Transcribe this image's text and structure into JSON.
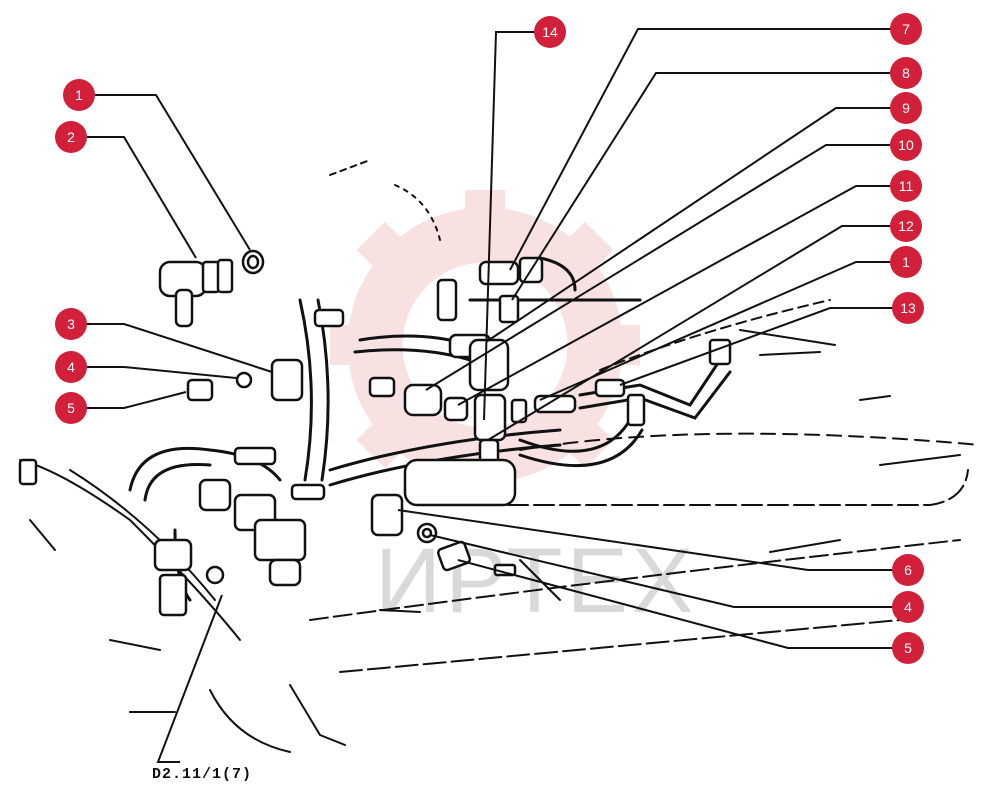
{
  "callouts": [
    {
      "label": "1"
    },
    {
      "label": "2"
    },
    {
      "label": "3"
    },
    {
      "label": "4"
    },
    {
      "label": "5"
    },
    {
      "label": "14"
    },
    {
      "label": "7"
    },
    {
      "label": "8"
    },
    {
      "label": "9"
    },
    {
      "label": "10"
    },
    {
      "label": "11"
    },
    {
      "label": "12"
    },
    {
      "label": "1"
    },
    {
      "label": "13"
    },
    {
      "label": "6"
    },
    {
      "label": "4"
    },
    {
      "label": "5"
    }
  ],
  "reference": "D2.11/1(7)",
  "watermark": {
    "text": "ИРТЕХ",
    "color": "#f3c9c9"
  },
  "colors": {
    "callout": "#d3203a",
    "line": "#111111"
  }
}
